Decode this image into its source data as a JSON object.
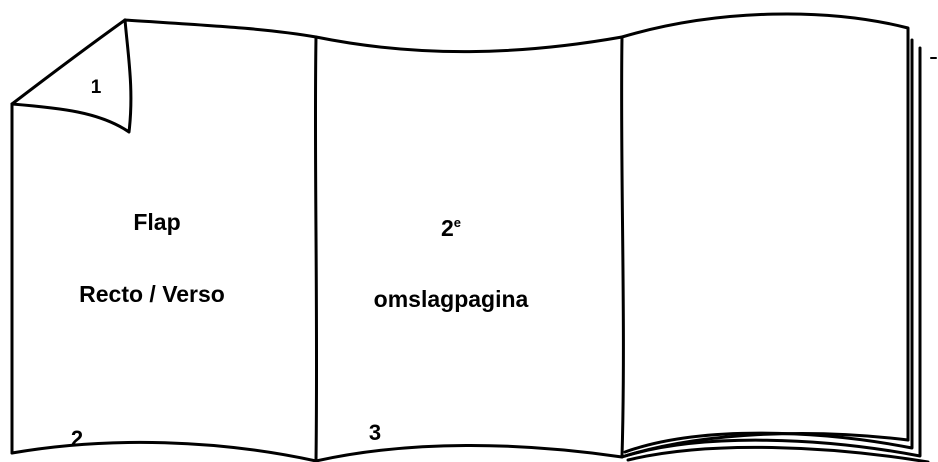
{
  "diagram": {
    "flap_corner_number": "1",
    "flap_title": "Flap",
    "flap_subtitle": "Recto / Verso",
    "flap_page_number": "2",
    "inside_cover_title_number": "2",
    "inside_cover_title_suffix": "e",
    "inside_cover_title_word": "omslagpagina",
    "inside_cover_page_number": "3"
  },
  "colors": {
    "line": "#000000",
    "paper": "#ffffff"
  }
}
